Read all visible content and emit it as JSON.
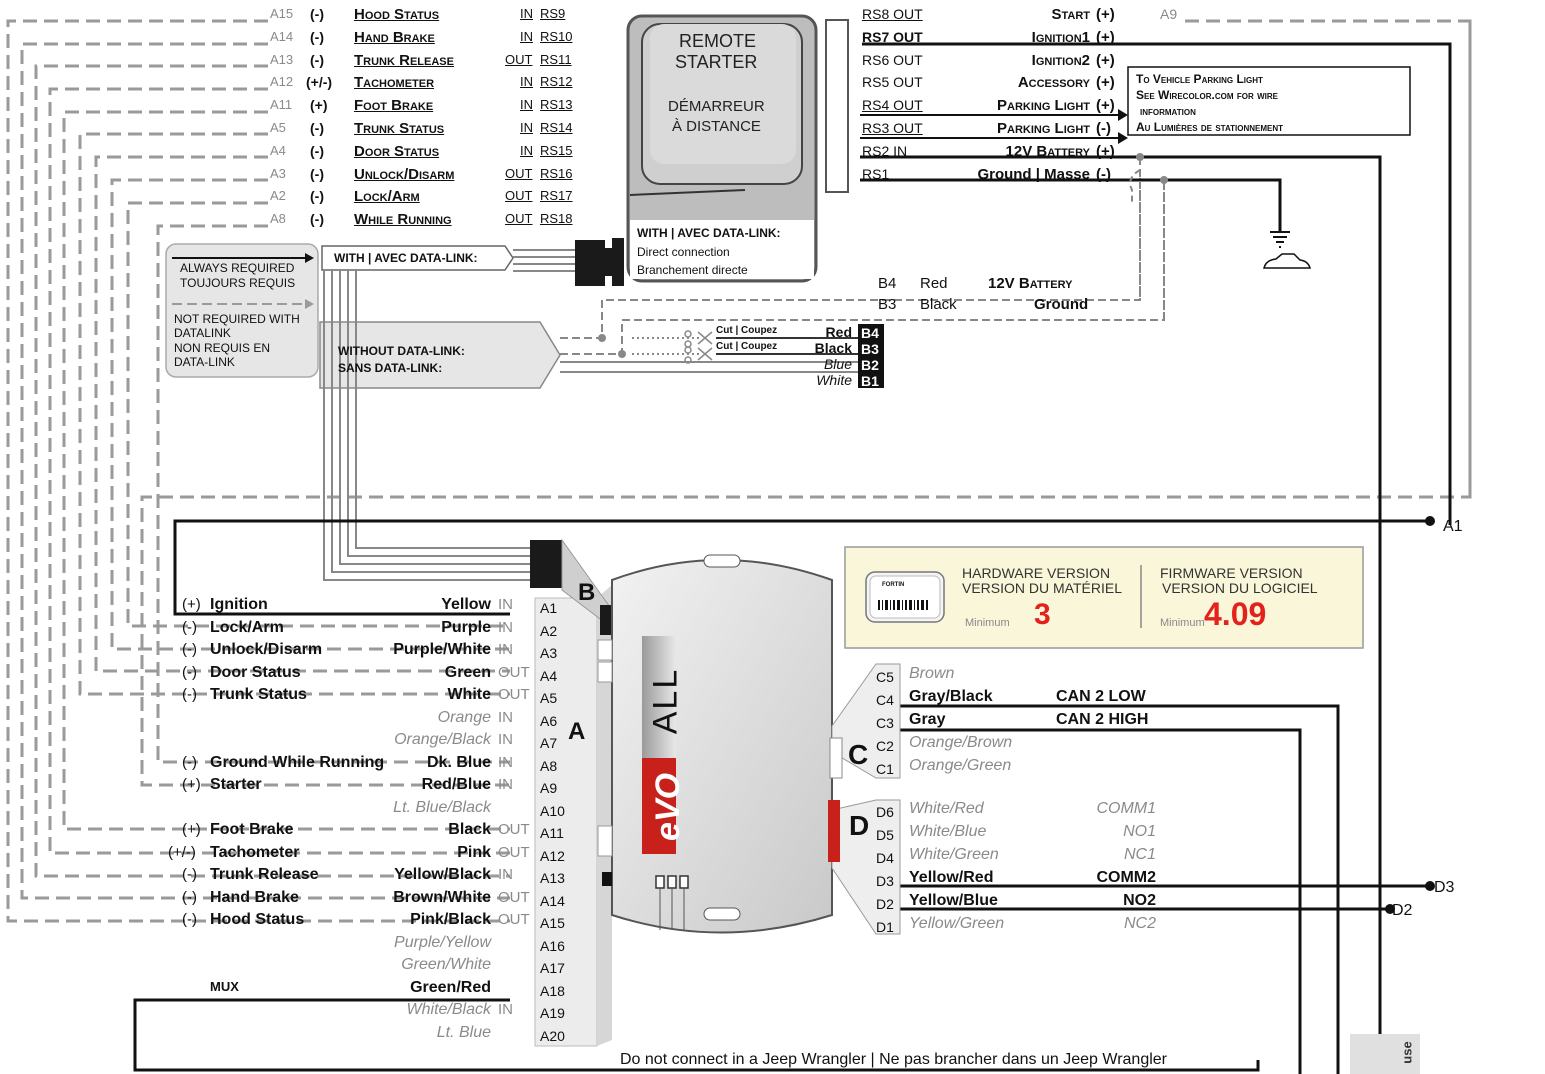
{
  "top_left_rows": [
    {
      "pin": "A15",
      "pol": "(-)",
      "label": "Hood Status",
      "dir": "IN",
      "rs": "RS9"
    },
    {
      "pin": "A14",
      "pol": "(-)",
      "label": "Hand Brake",
      "dir": "IN",
      "rs": "RS10"
    },
    {
      "pin": "A13",
      "pol": "(-)",
      "label": "Trunk Release",
      "dir": "OUT",
      "rs": "RS11"
    },
    {
      "pin": "A12",
      "pol": "(+/-)",
      "label": "Tachometer",
      "dir": "IN",
      "rs": "RS12"
    },
    {
      "pin": "A11",
      "pol": "(+)",
      "label": "Foot Brake",
      "dir": "IN",
      "rs": "RS13"
    },
    {
      "pin": "A5",
      "pol": "(-)",
      "label": "Trunk Status",
      "dir": "IN",
      "rs": "RS14"
    },
    {
      "pin": "A4",
      "pol": "(-)",
      "label": "Door Status",
      "dir": "IN",
      "rs": "RS15"
    },
    {
      "pin": "A3",
      "pol": "(-)",
      "label": "Unlock/Disarm",
      "dir": "OUT",
      "rs": "RS16"
    },
    {
      "pin": "A2",
      "pol": "(-)",
      "label": "Lock/Arm",
      "dir": "OUT",
      "rs": "RS17"
    },
    {
      "pin": "A8",
      "pol": "(-)",
      "label": "While Running",
      "dir": "OUT",
      "rs": "RS18"
    }
  ],
  "remote_starter": {
    "title_en_1": "REMOTE",
    "title_en_2": "STARTER",
    "title_fr_1": "DÉMARREUR",
    "title_fr_2": "À DISTANCE",
    "datalink_title": "WITH | AVEC DATA-LINK:",
    "datalink_line1": "Direct connection",
    "datalink_line2": "Branchement directe"
  },
  "top_right_rows": [
    {
      "rs": "RS8 OUT",
      "label": "Start",
      "pol": "(+)",
      "pin": "A9"
    },
    {
      "rs": "RS7 OUT",
      "label": "Ignition1",
      "pol": "(+)",
      "pin": ""
    },
    {
      "rs": "RS6 OUT",
      "label": "Ignition2",
      "pol": "(+)",
      "pin": ""
    },
    {
      "rs": "RS5 OUT",
      "label": "Accessory",
      "pol": "(+)",
      "pin": ""
    },
    {
      "rs": "RS4 OUT",
      "label": "Parking Light",
      "pol": "(+)",
      "pin": ""
    },
    {
      "rs": "RS3 OUT",
      "label": "Parking Light",
      "pol": "(-)",
      "pin": ""
    },
    {
      "rs": "RS2 IN",
      "label": "12V Battery",
      "pol": "(+)",
      "pin": ""
    },
    {
      "rs": "RS1",
      "label": "Ground | Masse",
      "pol": "(-)",
      "pin": ""
    }
  ],
  "parking_box": {
    "line1": "To Vehicle Parking Light",
    "line2": "See Wirecolor.com for wire",
    "line3": "information",
    "line4": "Au Lumières de stationnement"
  },
  "legend": {
    "always_en": "ALWAYS REQUIRED",
    "always_fr": "TOUJOURS REQUIS",
    "not_req_1": "NOT REQUIRED WITH",
    "not_req_2": "DATALINK",
    "not_req_3": "NON REQUIS EN",
    "not_req_4": "DATA-LINK"
  },
  "with_datalink_arrow": "WITH | AVEC DATA-LINK:",
  "without_datalink_1": "WITHOUT DATA-LINK:",
  "without_datalink_2": "SANS DATA-LINK:",
  "b_power": [
    {
      "pin": "B4",
      "color": "Red",
      "label": "12V Battery"
    },
    {
      "pin": "B3",
      "color": "Black",
      "label": "Ground"
    }
  ],
  "b_connector": [
    {
      "pin": "B4",
      "color": "Red",
      "cut": "Cut | Coupez"
    },
    {
      "pin": "B3",
      "color": "Black",
      "cut": "Cut | Coupez"
    },
    {
      "pin": "B2",
      "color": "Blue",
      "cut": ""
    },
    {
      "pin": "B1",
      "color": "White",
      "cut": ""
    }
  ],
  "a_connector": [
    {
      "pin": "A1",
      "pol": "(+)",
      "func": "Ignition",
      "color": "Yellow",
      "dir": "IN",
      "active": true
    },
    {
      "pin": "A2",
      "pol": "(-)",
      "func": "Lock/Arm",
      "color": "Purple",
      "dir": "IN",
      "active": true
    },
    {
      "pin": "A3",
      "pol": "(-)",
      "func": "Unlock/Disarm",
      "color": "Purple/White",
      "dir": "IN",
      "active": true
    },
    {
      "pin": "A4",
      "pol": "(-)",
      "func": "Door Status",
      "color": "Green",
      "dir": "OUT",
      "active": true
    },
    {
      "pin": "A5",
      "pol": "(-)",
      "func": "Trunk Status",
      "color": "White",
      "dir": "OUT",
      "active": true
    },
    {
      "pin": "A6",
      "pol": "",
      "func": "",
      "color": "Orange",
      "dir": "IN",
      "active": false
    },
    {
      "pin": "A7",
      "pol": "",
      "func": "",
      "color": "Orange/Black",
      "dir": "IN",
      "active": false
    },
    {
      "pin": "A8",
      "pol": "(-)",
      "func": "Ground While Running",
      "color": "Dk. Blue",
      "dir": "IN",
      "active": true
    },
    {
      "pin": "A9",
      "pol": "(+)",
      "func": "Starter",
      "color": "Red/Blue",
      "dir": "IN",
      "active": true
    },
    {
      "pin": "A10",
      "pol": "",
      "func": "",
      "color": "Lt. Blue/Black",
      "dir": "",
      "active": false
    },
    {
      "pin": "A11",
      "pol": "(+)",
      "func": "Foot Brake",
      "color": "Black",
      "dir": "OUT",
      "active": true
    },
    {
      "pin": "A12",
      "pol": "(+/-)",
      "func": "Tachometer",
      "color": "Pink",
      "dir": "OUT",
      "active": true
    },
    {
      "pin": "A13",
      "pol": "(-)",
      "func": "Trunk Release",
      "color": "Yellow/Black",
      "dir": "IN",
      "active": true
    },
    {
      "pin": "A14",
      "pol": "(-)",
      "func": "Hand Brake",
      "color": "Brown/White",
      "dir": "OUT",
      "active": true
    },
    {
      "pin": "A15",
      "pol": "(-)",
      "func": "Hood Status",
      "color": "Pink/Black",
      "dir": "OUT",
      "active": true
    },
    {
      "pin": "A16",
      "pol": "",
      "func": "",
      "color": "Purple/Yellow",
      "dir": "",
      "active": false
    },
    {
      "pin": "A17",
      "pol": "",
      "func": "",
      "color": "Green/White",
      "dir": "",
      "active": false
    },
    {
      "pin": "A18",
      "pol": "",
      "func": "MUX",
      "color": "Green/Red",
      "dir": "",
      "active": true
    },
    {
      "pin": "A19",
      "pol": "",
      "func": "",
      "color": "White/Black",
      "dir": "IN",
      "active": false
    },
    {
      "pin": "A20",
      "pol": "",
      "func": "",
      "color": "Lt. Blue",
      "dir": "",
      "active": false
    }
  ],
  "connector_letters": {
    "a": "A",
    "b": "B",
    "c": "C",
    "d": "D"
  },
  "c_connector": [
    {
      "pin": "C5",
      "color": "Brown",
      "func": "",
      "active": false
    },
    {
      "pin": "C4",
      "color": "Gray/Black",
      "func": "CAN 2 LOW",
      "active": true
    },
    {
      "pin": "C3",
      "color": "Gray",
      "func": "CAN 2 HIGH",
      "active": true
    },
    {
      "pin": "C2",
      "color": "Orange/Brown",
      "func": "",
      "active": false
    },
    {
      "pin": "C1",
      "color": "Orange/Green",
      "func": "",
      "active": false
    }
  ],
  "d_connector": [
    {
      "pin": "D6",
      "color": "White/Red",
      "func": "COMM1",
      "active": false
    },
    {
      "pin": "D5",
      "color": "White/Blue",
      "func": "NO1",
      "active": false
    },
    {
      "pin": "D4",
      "color": "White/Green",
      "func": "NC1",
      "active": false
    },
    {
      "pin": "D3",
      "color": "Yellow/Red",
      "func": "COMM2",
      "active": true
    },
    {
      "pin": "D2",
      "color": "Yellow/Blue",
      "func": "NO2",
      "active": true
    },
    {
      "pin": "D1",
      "color": "Yellow/Green",
      "func": "NC2",
      "active": false
    }
  ],
  "version_box": {
    "hw_en": "HARDWARE VERSION",
    "hw_fr": "VERSION DU MATÉRIEL",
    "hw_min": "Minimum",
    "hw_value": "3",
    "fw_en": "FIRMWARE VERSION",
    "fw_fr": "VERSION DU LOGICIEL",
    "fw_min": "Minimum",
    "fw_value": "4.09",
    "module_brand": "FORTIN"
  },
  "module_logo": {
    "evo": "eVO",
    "all": "ALL"
  },
  "junctions": {
    "a1": "A1",
    "d3": "D3",
    "d2": "D2"
  },
  "fuse_label": "use",
  "bottom_note": "Do not connect in a Jeep Wrangler | Ne pas brancher dans un Jeep Wrangler",
  "colors": {
    "red_value": "#e3221b",
    "dash_grey": "#9a9a9a",
    "version_bg": "#faf6da",
    "module_red": "#c8201a"
  }
}
